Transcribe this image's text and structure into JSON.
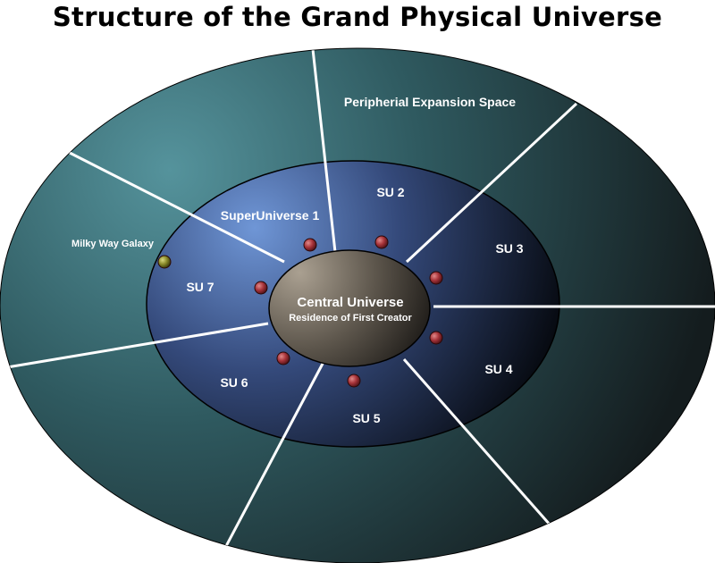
{
  "title": "Structure of the Grand Physical Universe",
  "labels": {
    "peripheral": "Peripherial Expansion Space",
    "su1": "SuperUniverse 1",
    "su2": "SU 2",
    "su3": "SU 3",
    "su4": "SU 4",
    "su5": "SU 5",
    "su6": "SU 6",
    "su7": "SU 7",
    "milky_way": "Milky Way Galaxy",
    "central": "Central Universe",
    "central_sub": "Residence of First Creator"
  },
  "colors": {
    "outer_light": "#55939c",
    "outer_dark": "#182426",
    "middle_light": "#6f96d6",
    "middle_dark": "#080c14",
    "central_light": "#aaa091",
    "central_dark": "#1b1814",
    "dot": "#a8343a",
    "milky_way_dot": "#8a8a2a"
  }
}
